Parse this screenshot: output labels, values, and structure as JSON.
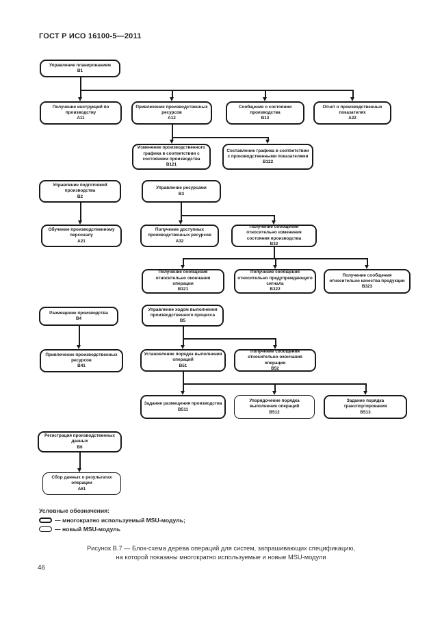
{
  "header": {
    "doc_title": "ГОСТ Р ИСО 16100-5—2011"
  },
  "diagram": {
    "nodes": [
      {
        "label": "Управление планированием",
        "code": "В1"
      },
      {
        "label": "Получение инструкций по производству",
        "code": "А11"
      },
      {
        "label": "Привлечение производственных ресурсов",
        "code": "А12"
      },
      {
        "label": "Сообщение о состоянии производства",
        "code": "В13"
      },
      {
        "label": "Отчет о производственных показателях",
        "code": "А22"
      },
      {
        "label": "Изменение производственного графика в соответствии с состоянием производства",
        "code": "В121"
      },
      {
        "label": "Составление графика в соответствии с производственными показателями",
        "code": "В122"
      },
      {
        "label": "Управление подготовкой производства",
        "code": "В2"
      },
      {
        "label": "Управление ресурсами",
        "code": "В3"
      },
      {
        "label": "Обучение производственному персоналу",
        "code": "А21"
      },
      {
        "label": "Получение доступных производственных ресурсов",
        "code": "А32"
      },
      {
        "label": "Получение сообщения относительно изменения состояния производства",
        "code": "В32"
      },
      {
        "label": "Получение сообщения относительно окончания операции",
        "code": "В321"
      },
      {
        "label": "Получение сообщения относительно предупреждающего сигнала",
        "code": "В322"
      },
      {
        "label": "Получение сообщения относительно качества продукции",
        "code": "В323"
      },
      {
        "label": "Размещение производства",
        "code": "В4"
      },
      {
        "label": "Управление ходом выполнения производственного процесса",
        "code": "В5"
      },
      {
        "label": "Привлечение производственных ресурсов",
        "code": "В41"
      },
      {
        "label": "Установление порядка выполнения операций",
        "code": "В51"
      },
      {
        "label": "Получение сообщения относительно окончания операции",
        "code": "В52"
      },
      {
        "label": "Задание размещения производства",
        "code": "В511"
      },
      {
        "label": "Упорядочение порядка выполнения операций",
        "code": "В512"
      },
      {
        "label": "Задание порядка транспортирования",
        "code": "В513"
      },
      {
        "label": "Регистрация производственных данных",
        "code": "В6"
      },
      {
        "label": "Сбор данных о результатах операции",
        "code": "А61"
      }
    ]
  },
  "legend": {
    "title": "Условные обозначения:",
    "items": [
      {
        "symbol": "rounded-rect-bold",
        "label": "— многократно используемый MSU-модуль;"
      },
      {
        "symbol": "rounded-rect-thin",
        "label": "— новый MSU-модуль"
      }
    ]
  },
  "caption": {
    "line1": "Рисунок В.7 — Блок-схема дерева операций для систем, запрашивающих спецификацию,",
    "line2": "на которой показаны многократно используемые и новые MSU-модули"
  },
  "footer": {
    "page_number": "46"
  },
  "colors": {
    "ink": "#181818",
    "background": "#ffffff"
  }
}
